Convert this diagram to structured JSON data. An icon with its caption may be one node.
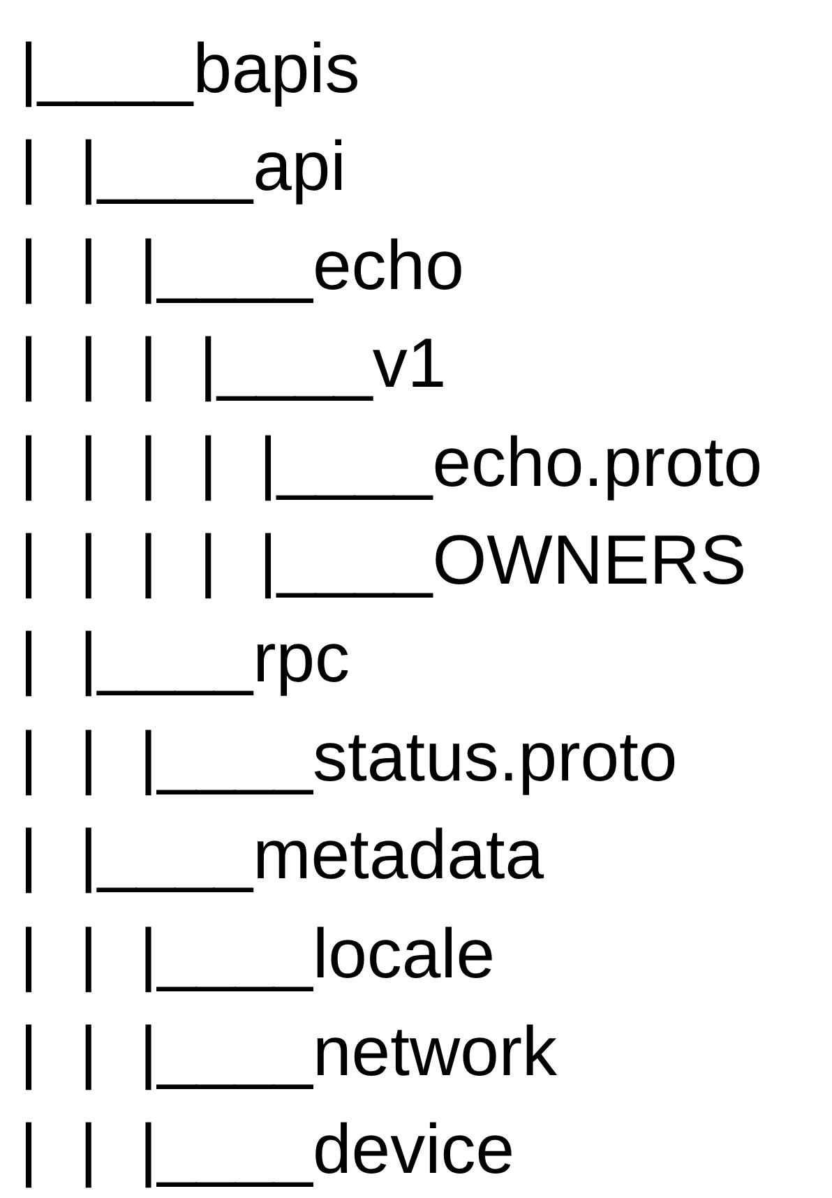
{
  "diagram": {
    "labels": [
      "|____bapis",
      "| |____api",
      "| | |____echo",
      "| | | |____v1",
      "| | | | |____echo.proto",
      "| | | | |____OWNERS",
      "| |____rpc",
      "| | |____status.proto",
      "| |____metadata",
      "| | |____locale",
      "| | |____network",
      "| | |____device"
    ]
  }
}
